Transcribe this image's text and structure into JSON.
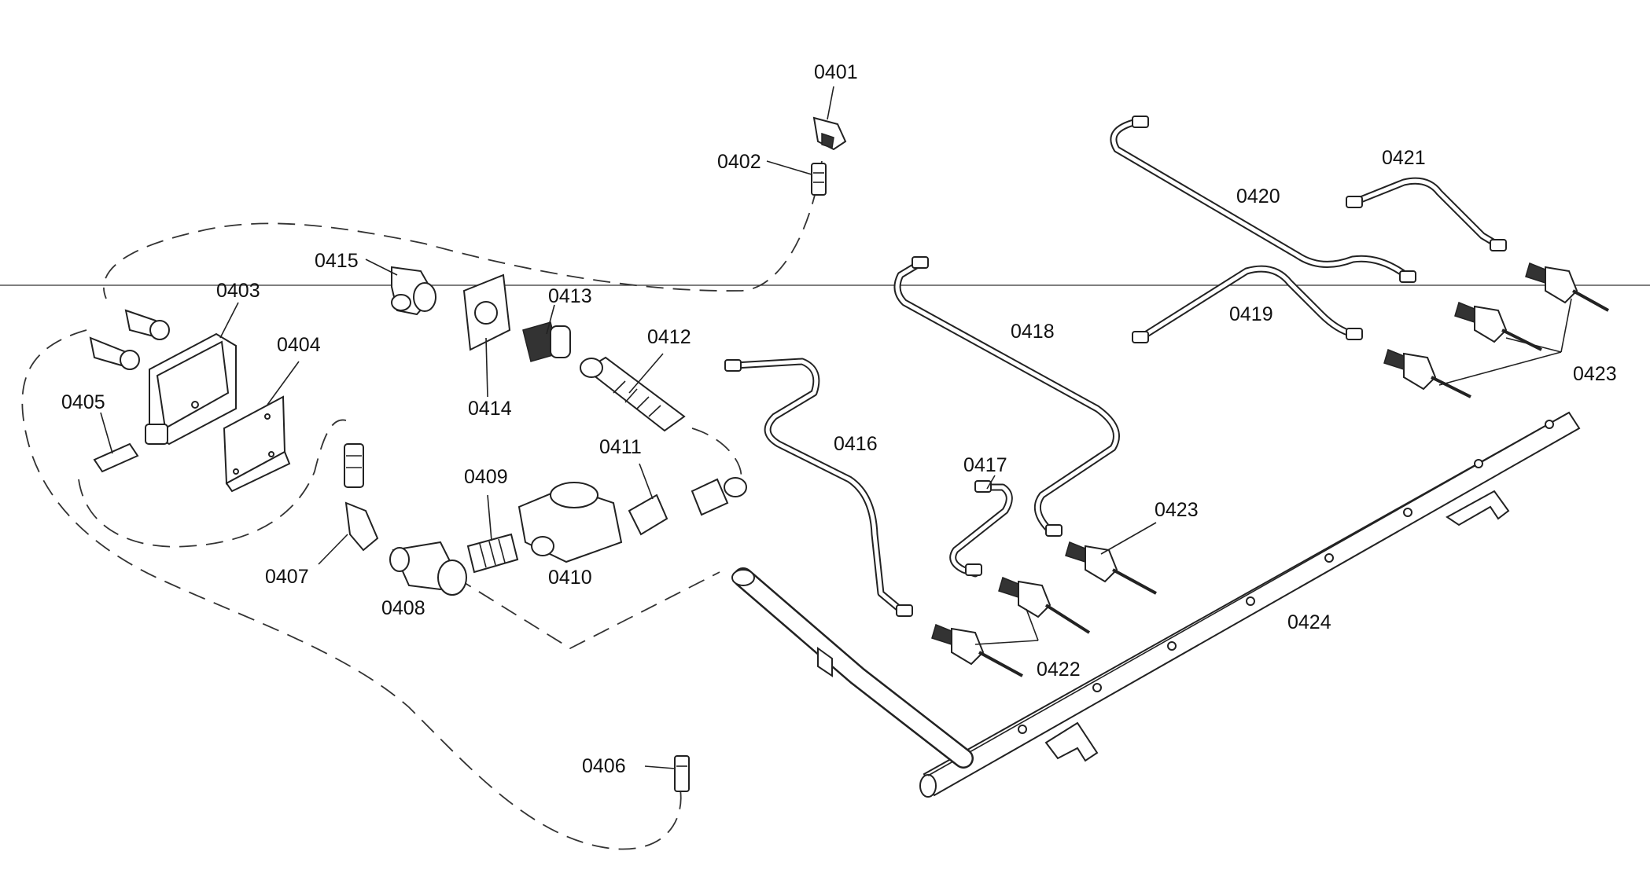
{
  "diagram": {
    "labels": [
      "0401",
      "0402",
      "0403",
      "0404",
      "0405",
      "0406",
      "0407",
      "0408",
      "0409",
      "0410",
      "0411",
      "0412",
      "0413",
      "0414",
      "0415",
      "0416",
      "0417",
      "0418",
      "0419",
      "0420",
      "0421",
      "0422",
      "0423",
      "0423",
      "0424"
    ]
  }
}
